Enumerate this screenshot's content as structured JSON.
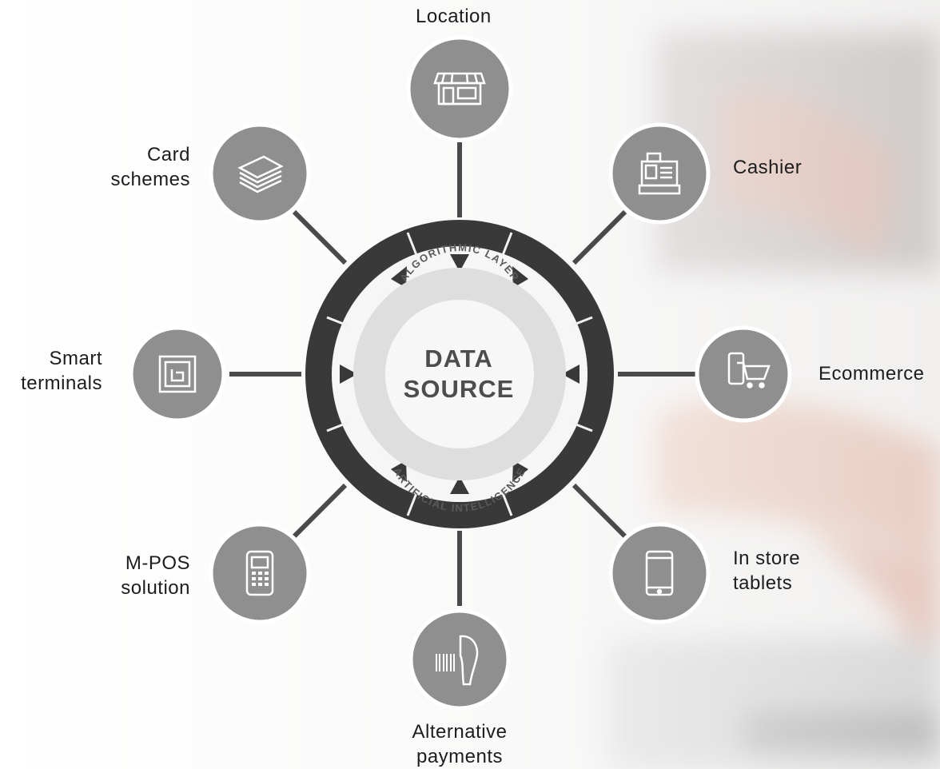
{
  "center": {
    "title_line1": "DATA",
    "title_line2": "SOURCE",
    "ring_top": "ALGORITHMIC LAYER",
    "ring_bottom": "ARTIFICIAL INTELLIGENCE"
  },
  "nodes": {
    "location": {
      "line1": "Location",
      "icon": "storefront-icon"
    },
    "cashier": {
      "line1": "Cashier",
      "icon": "cash-register-icon"
    },
    "ecommerce": {
      "line1": "Ecommerce",
      "icon": "mobile-shopping-cart-icon"
    },
    "in_store_tablets": {
      "line1": "In store",
      "line2": "tablets",
      "icon": "tablet-icon"
    },
    "alternative_payments": {
      "line1": "Alternative",
      "line2": "payments",
      "icon": "barcode-scanner-icon"
    },
    "mpos": {
      "line1": "M-POS",
      "line2": "solution",
      "icon": "pos-terminal-icon"
    },
    "smart_terminals": {
      "line1": "Smart",
      "line2": "terminals",
      "icon": "nfc-chip-icon"
    },
    "card_schemes": {
      "line1": "Card",
      "line2": "schemes",
      "icon": "card-stack-icon"
    }
  },
  "colors": {
    "ring_dark": "#393939",
    "node_fill": "#8f8f8f",
    "inner_band": "#dcdcdc",
    "connector": "#4a4a4a",
    "text": "#1d1d1d"
  }
}
